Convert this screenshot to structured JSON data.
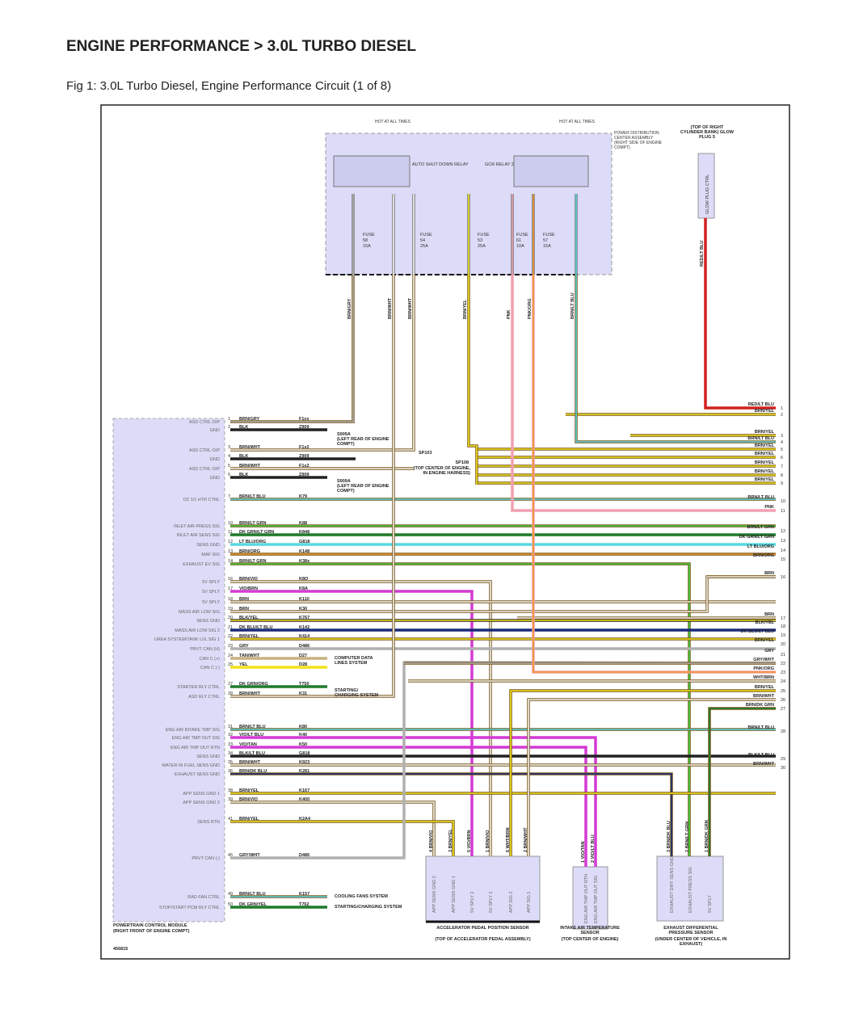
{
  "header": {
    "title": "ENGINE PERFORMANCE > 3.0L TURBO DIESEL",
    "figure": "Fig 1: 3.0L Turbo Diesel, Engine Performance Circuit (1 of 8)"
  },
  "colors": {
    "BRN": "#7a5a1e",
    "YEL": "#f2e21a",
    "GRY": "#b0b0b0",
    "WHT": "#f4f4f4",
    "BLK": "#222222",
    "LT BLU": "#58d8e0",
    "LT GRN": "#3ad23a",
    "DK GRN": "#1f7a2a",
    "ORG": "#f0952a",
    "VIO": "#d43ad4",
    "TAN": "#c8b080",
    "PNK": "#f2a0b0",
    "RED": "#d22020",
    "DK BLU": "#1a2a7a",
    "frame": "#222222",
    "module_fill": "#dcdcf8"
  },
  "pdc": {
    "label": "POWER DISTRIBUTION CENTER ASSEMBLY (RIGHT SIDE OF ENGINE COMPT)",
    "hot1": "HOT AT ALL TIMES",
    "hot2": "HOT AT ALL TIMES",
    "relay1": "AUTO SHUT DOWN RELAY",
    "relay2": "GCR RELAY 2",
    "fuses": [
      {
        "name": "FUSE",
        "num": "58",
        "amps": "15A"
      },
      {
        "name": "FUSE",
        "num": "54",
        "amps": "25A"
      },
      {
        "name": "FUSE",
        "num": "53",
        "amps": "25A"
      },
      {
        "name": "FUSE",
        "num": "61",
        "amps": "10A"
      },
      {
        "name": "FUSE",
        "num": "57",
        "amps": "15A"
      }
    ],
    "outputs": [
      {
        "wire": "BRN/GRY",
        "stripe": "GRY"
      },
      {
        "wire": "BRN/WHT",
        "stripe": "WHT"
      },
      {
        "wire": "BRN/WHT",
        "stripe": "WHT"
      },
      {
        "wire": "BRN/YEL",
        "stripe": "YEL"
      },
      {
        "wire": "PNK",
        "stripe": "PNK"
      },
      {
        "wire": "PNK/ORG",
        "stripe": "ORG"
      },
      {
        "wire": "BRN/LT BLU",
        "stripe": "LT BLU"
      }
    ]
  },
  "glow_plug": {
    "location": "(TOP OF RIGHT CYLINDER BANK) GLOW PLUG 5",
    "pin_label": "GLOW PLUG CTRL",
    "wire": "RED/LT BLU"
  },
  "pcm": {
    "name": "POWERTRAIN CONTROL MODULE",
    "location": "(RIGHT FRONT OF ENGINE COMPT)",
    "pins": [
      {
        "pin": "1",
        "func": "ASD CTRL O/P",
        "wire": "BRN/GRY",
        "circuit": "F1xx",
        "stripe": "GRY"
      },
      {
        "pin": "2",
        "func": "GND",
        "wire": "BLK",
        "circuit": "Z909",
        "stripe": "BLK"
      },
      {
        "pin": "3",
        "func": "ASD CTRL O/P",
        "wire": "BRN/WHT",
        "circuit": "F1x2",
        "stripe": "WHT"
      },
      {
        "pin": "4",
        "func": "GND",
        "wire": "BLK",
        "circuit": "Z909",
        "stripe": "BLK"
      },
      {
        "pin": "5",
        "func": "ASD CTRL O/P",
        "wire": "BRN/WHT",
        "circuit": "F1x2",
        "stripe": "WHT"
      },
      {
        "pin": "6",
        "func": "GND",
        "wire": "BLK",
        "circuit": "Z909",
        "stripe": "BLK"
      },
      {
        "pin": "7",
        "func": "O2 1/1 HTR CTRL",
        "wire": "BRN/LT BLU",
        "circuit": "K79",
        "stripe": "LT BLU"
      },
      {
        "pin": "10",
        "func": "INLET AIR PRESS SIG",
        "wire": "BRN/LT GRN",
        "circuit": "K88",
        "stripe": "LT GRN"
      },
      {
        "pin": "11",
        "func": "INLET AIR SENS SIG",
        "wire": "DK GRN/LT GRN",
        "circuit": "K848",
        "stripe": "DK GRN"
      },
      {
        "pin": "12",
        "func": "SENS GND",
        "wire": "LT BLU/ORG",
        "circuit": "G818",
        "stripe": "LT BLU"
      },
      {
        "pin": "13",
        "func": "MAF SIG",
        "wire": "BRN/ORG",
        "circuit": "K148",
        "stripe": "ORG"
      },
      {
        "pin": "14",
        "func": "EXHAUST EV SIG",
        "wire": "BRN/LT GRN",
        "circuit": "K38x",
        "stripe": "LT GRN"
      },
      {
        "pin": "16",
        "func": "5V SPLY",
        "wire": "BRN/VIO",
        "circuit": "K8O",
        "stripe": "WHT"
      },
      {
        "pin": "17",
        "func": "5V SPLY",
        "wire": "VIO/BRN",
        "circuit": "K8A",
        "stripe": "VIO"
      },
      {
        "pin": "18",
        "func": "5V SPLY",
        "wire": "BRN",
        "circuit": "K110",
        "stripe": "WHT"
      },
      {
        "pin": "19",
        "func": "MASS AIR LOW SIG",
        "wire": "BRN",
        "circuit": "K30",
        "stripe": "WHT"
      },
      {
        "pin": "20",
        "func": "SENS GND",
        "wire": "BLK/YEL",
        "circuit": "K767",
        "stripe": "YEL"
      },
      {
        "pin": "21",
        "func": "MASS AIR LOW SIG 2",
        "wire": "DK BLU/LT BLU",
        "circuit": "K142",
        "stripe": "DK BLU"
      },
      {
        "pin": "22",
        "func": "UREA SYSTEM/TANK LVL SIG 1",
        "wire": "BRN/YEL",
        "circuit": "K414",
        "stripe": "YEL"
      },
      {
        "pin": "23",
        "func": "PRVT CAN (H)",
        "wire": "GRY",
        "circuit": "D486",
        "stripe": "GRY"
      },
      {
        "pin": "24",
        "func": "CAN C (+)",
        "wire": "TAN/WHT",
        "circuit": "D27",
        "stripe": "TAN"
      },
      {
        "pin": "25",
        "func": "CAN C (-)",
        "wire": "YEL",
        "circuit": "D28",
        "stripe": "YEL"
      },
      {
        "pin": "27",
        "func": "STARTER RLY CTRL",
        "wire": "DK GRN/ORG",
        "circuit": "T750",
        "stripe": "DK GRN"
      },
      {
        "pin": "28",
        "func": "ASD RLY CTRL",
        "wire": "BRN/WHT",
        "circuit": "K31",
        "stripe": "WHT"
      },
      {
        "pin": "31",
        "func": "ENG AIR INTAKE TMP SIG",
        "wire": "BRN/LT BLU",
        "circuit": "K80",
        "stripe": "LT BLU"
      },
      {
        "pin": "32",
        "func": "ENG AIR TMP OUT SIG",
        "wire": "VIO/LT BLU",
        "circuit": "K40",
        "stripe": "VIO"
      },
      {
        "pin": "33",
        "func": "ENG AIR TMP OUT RTN",
        "wire": "VIO/TAN",
        "circuit": "K50",
        "stripe": "VIO"
      },
      {
        "pin": "34",
        "func": "SENS GND",
        "wire": "BLK/LT BLU",
        "circuit": "G818",
        "stripe": "BLK"
      },
      {
        "pin": "35",
        "func": "WATER IN FUEL SENS GND",
        "wire": "BRN/WHT",
        "circuit": "K923",
        "stripe": "WHT"
      },
      {
        "pin": "36",
        "func": "EXHAUST SENS GND",
        "wire": "BRN/DK BLU",
        "circuit": "K281",
        "stripe": "DK BLU"
      },
      {
        "pin": "38",
        "func": "APP SENS GND 1",
        "wire": "BRN/YEL",
        "circuit": "K167",
        "stripe": "YEL"
      },
      {
        "pin": "39",
        "func": "APP SENS GND 2",
        "wire": "BRN/VIO",
        "circuit": "K400",
        "stripe": "WHT"
      },
      {
        "pin": "41",
        "func": "SENS RTN",
        "wire": "BRN/YEL",
        "circuit": "K2A4",
        "stripe": "YEL"
      },
      {
        "pin": "45",
        "func": "PRVT CAN (-)",
        "wire": "GRY/WHT",
        "circuit": "D486",
        "stripe": "GRY"
      },
      {
        "pin": "49",
        "func": "RAD FAN CTRL",
        "wire": "BRN/LT BLU",
        "circuit": "K157",
        "stripe": "LT BLU"
      },
      {
        "pin": "50",
        "func": "STOP/START PCM RLY CTRL",
        "wire": "DK GRN/YEL",
        "circuit": "T762",
        "stripe": "DK GRN"
      }
    ]
  },
  "splices": [
    {
      "id": "S909A",
      "location": "(LEFT REAR OF ENGINE COMPT)"
    },
    {
      "id": "S909A",
      "location": "(LEFT REAR OF ENGINE COMPT)"
    },
    {
      "id": "SP103",
      "location": ""
    },
    {
      "id": "SP108",
      "location": "(TOP CENTER OF ENGINE, IN ENGINE HARNESS)"
    }
  ],
  "arrows": [
    "COMPUTER DATA LINES SYSTEM",
    "STARTING/ CHARGING SYSTEM",
    "COOLING FANS SYSTEM",
    "STARTING/CHARGING SYSTEM"
  ],
  "right_connector": [
    {
      "pin": "1",
      "wire": "RED/LT BLU",
      "stripe": "RED"
    },
    {
      "pin": "2",
      "wire": "BRN/YEL",
      "stripe": "YEL"
    },
    {
      "pin": "3",
      "wire": "BRN/YEL",
      "stripe": "YEL"
    },
    {
      "pin": "4",
      "wire": "BRN/LT BLU",
      "stripe": "LT BLU"
    },
    {
      "pin": "5",
      "wire": "BRN/YEL",
      "stripe": "YEL"
    },
    {
      "pin": "6",
      "wire": "BRN/YEL",
      "stripe": "YEL"
    },
    {
      "pin": "7",
      "wire": "BRN/YEL",
      "stripe": "YEL"
    },
    {
      "pin": "8",
      "wire": "BRN/YEL",
      "stripe": "YEL"
    },
    {
      "pin": "9",
      "wire": "BRN/YEL",
      "stripe": "YEL"
    },
    {
      "pin": "10",
      "wire": "BRN/LT BLU",
      "stripe": "LT BLU"
    },
    {
      "pin": "11",
      "wire": "PNK",
      "stripe": "PNK"
    },
    {
      "pin": "12",
      "wire": "BRN/LT GRN",
      "stripe": "LT GRN"
    },
    {
      "pin": "13",
      "wire": "DK GRN/LT GRN",
      "stripe": "DK GRN"
    },
    {
      "pin": "14",
      "wire": "LT BLU/ORG",
      "stripe": "LT BLU"
    },
    {
      "pin": "15",
      "wire": "BRN/ORG",
      "stripe": "ORG"
    },
    {
      "pin": "16",
      "wire": "BRN",
      "stripe": "WHT"
    },
    {
      "pin": "17",
      "wire": "BRN",
      "stripe": "WHT"
    },
    {
      "pin": "18",
      "wire": "BLK/YEL",
      "stripe": "YEL"
    },
    {
      "pin": "19",
      "wire": "DK BLU/LT BLU",
      "stripe": "DK BLU"
    },
    {
      "pin": "20",
      "wire": "BRN/YEL",
      "stripe": "YEL"
    },
    {
      "pin": "21",
      "wire": "GRY",
      "stripe": "GRY"
    },
    {
      "pin": "22",
      "wire": "GRY/WHT",
      "stripe": "GRY"
    },
    {
      "pin": "23",
      "wire": "PNK/ORG",
      "stripe": "ORG"
    },
    {
      "pin": "24",
      "wire": "WHT/BRN",
      "stripe": "WHT"
    },
    {
      "pin": "25",
      "wire": "BRN/YEL",
      "stripe": "YEL"
    },
    {
      "pin": "26",
      "wire": "BRN/WHT",
      "stripe": "WHT"
    },
    {
      "pin": "27",
      "wire": "BRN/DK GRN",
      "stripe": "DK GRN"
    },
    {
      "pin": "28",
      "wire": "BRN/LT BLU",
      "stripe": "LT BLU"
    },
    {
      "pin": "29",
      "wire": "BLK/LT BLU",
      "stripe": "BLK"
    },
    {
      "pin": "30",
      "wire": "BRN/WHT",
      "stripe": "WHT"
    }
  ],
  "sensors": [
    {
      "name": "ACCELERATOR PEDAL POSITION SENSOR",
      "location": "(TOP OF ACCELERATOR PEDAL ASSEMBLY)",
      "pins": [
        {
          "wire": "4 BRN/VIO",
          "func": "APP SENS GND 2",
          "stripe": "WHT"
        },
        {
          "wire": "3 BRN/YEL",
          "func": "APP SENS GND 1",
          "stripe": "YEL"
        },
        {
          "wire": "5 VIO/BRN",
          "func": "5V SPLY 2",
          "stripe": "VIO"
        },
        {
          "wire": "1 BRN/VIO",
          "func": "5V SPLY 1",
          "stripe": "WHT"
        },
        {
          "wire": "6 WHT/BRN",
          "func": "APP SIG 2",
          "stripe": "WHT"
        },
        {
          "wire": "2 BRN/WHT",
          "func": "APP SIG 1",
          "stripe": "WHT"
        }
      ]
    },
    {
      "name": "INTAKE AIR TEMPERATURE SENSOR",
      "location": "(TOP CENTER OF ENGINE)",
      "pins": [
        {
          "wire": "1 VIO/TAN",
          "func": "ENG AIR TMP OUT RTN",
          "stripe": "VIO"
        },
        {
          "wire": "2 VIO/LT BLU",
          "func": "ENG AIR TMP OUT SIG",
          "stripe": "VIO"
        }
      ]
    },
    {
      "name": "EXHAUST DIFFERENTIAL PRESSURE SENSOR",
      "location": "(UNDER CENTER OF VEHICLE, IN EXHAUST)",
      "pins": [
        {
          "wire": "3 BRN/DK BLU",
          "func": "EXHAUST DIFF SENS GND",
          "stripe": "DK BLU"
        },
        {
          "wire": "2 BRN/LT GRN",
          "func": "EXHAUST PRESS SIG",
          "stripe": "LT GRN"
        },
        {
          "wire": "1 BRN/DK GRN",
          "func": "5V SPLY",
          "stripe": "DK GRN"
        }
      ]
    }
  ],
  "figure_code": "456815"
}
